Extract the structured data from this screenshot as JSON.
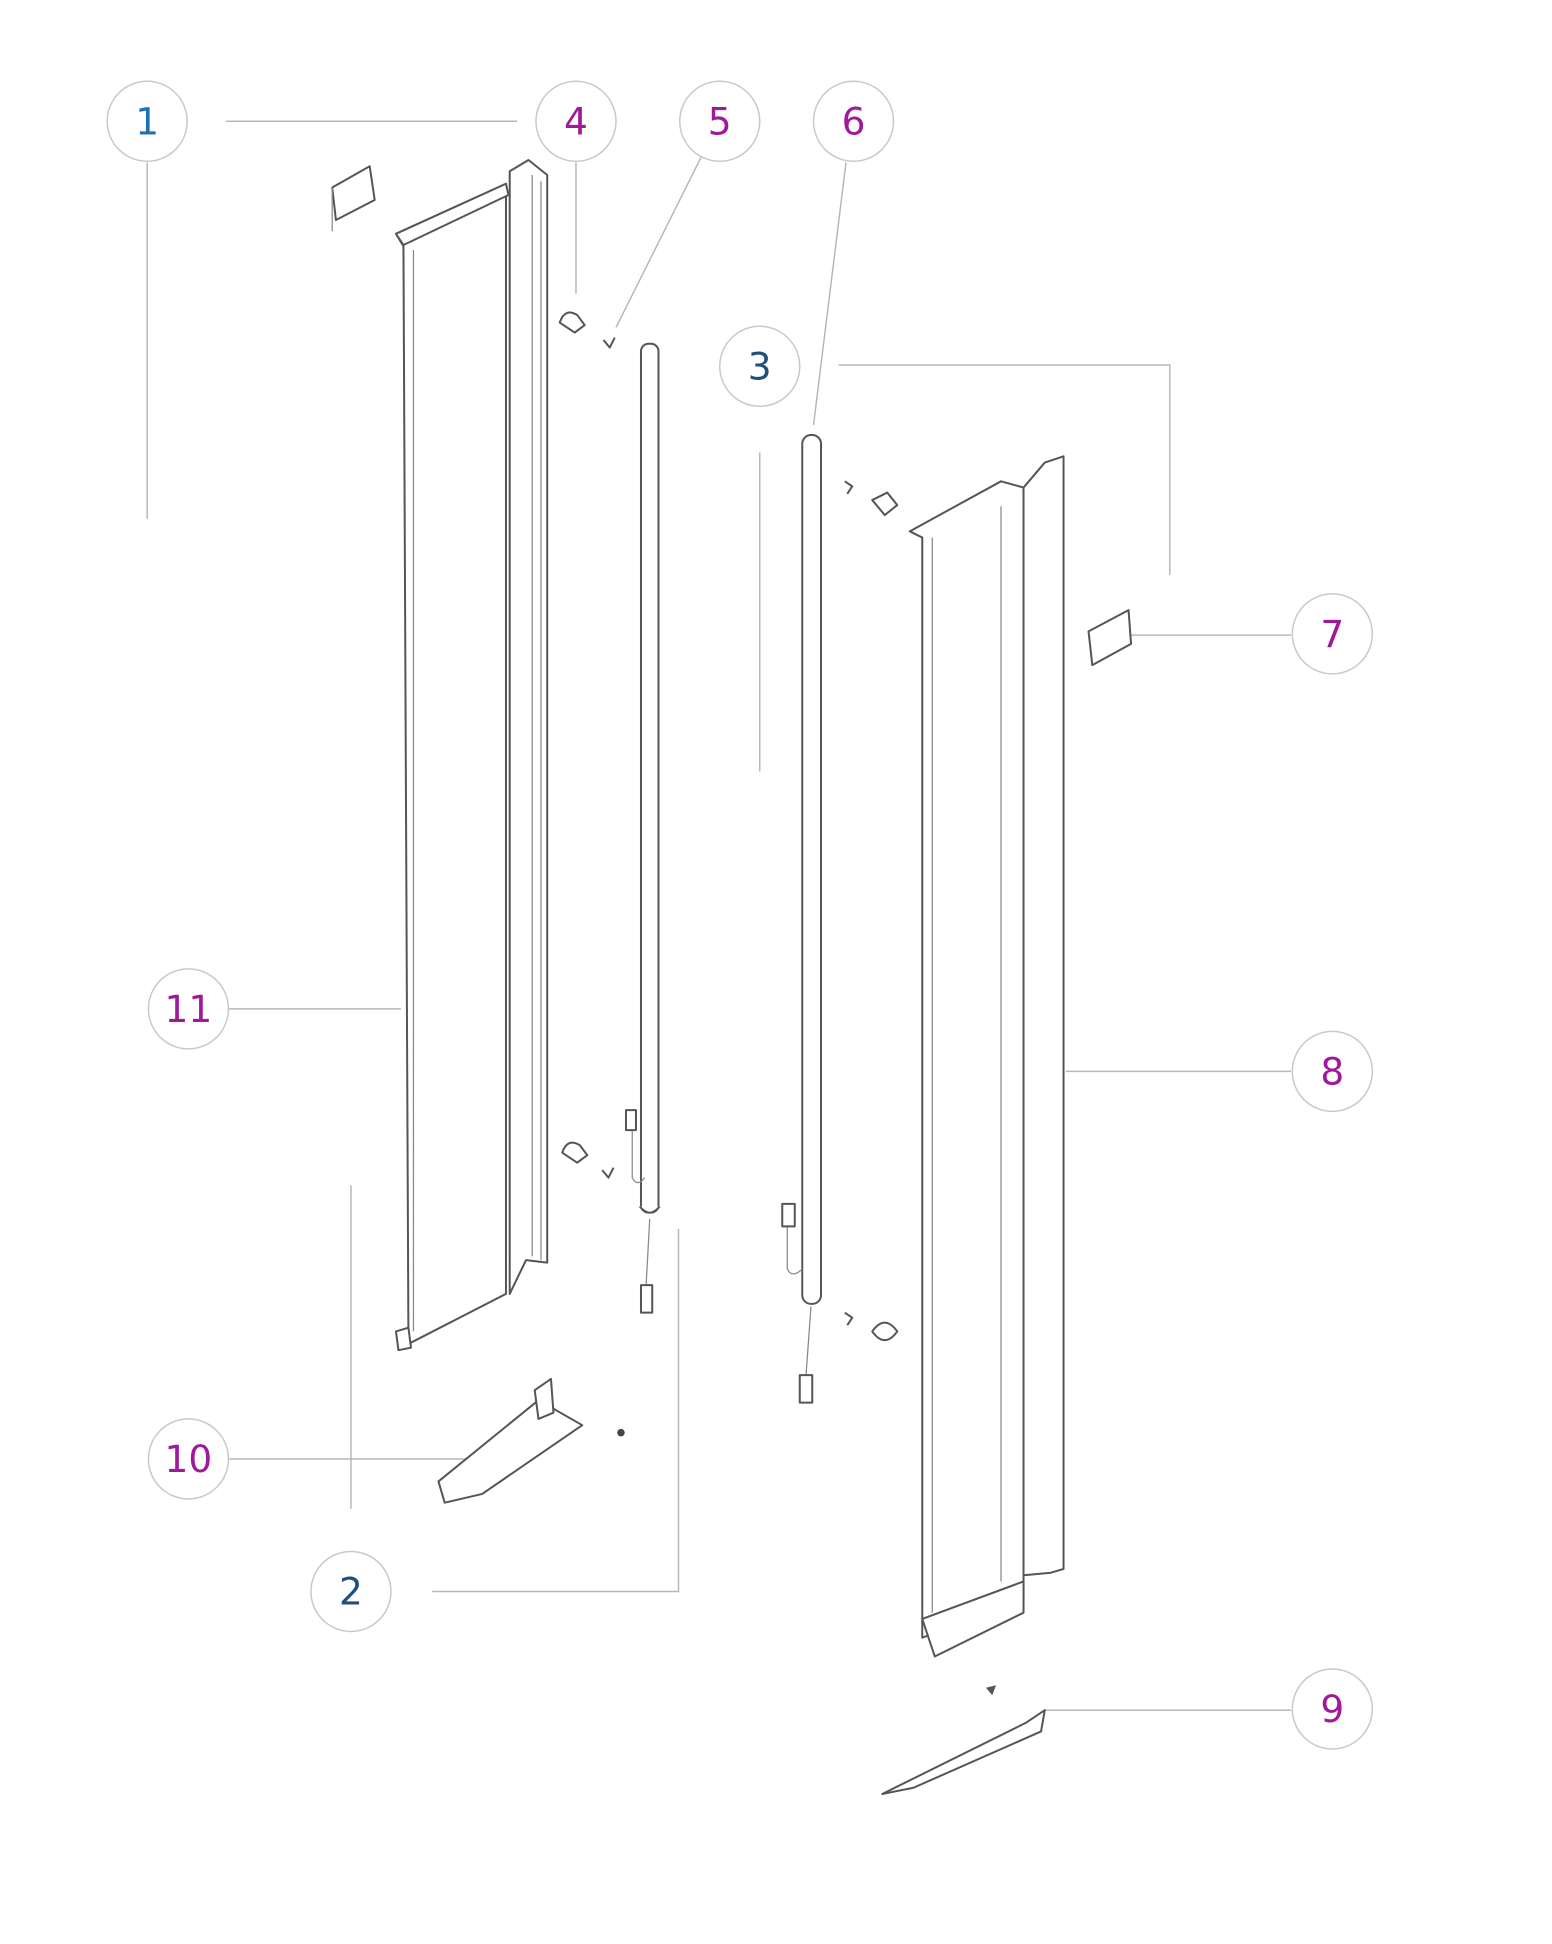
{
  "diagram": {
    "title": "Exploded parts diagram",
    "colors": {
      "blue": "#1f6fb5",
      "dark_blue": "#1f4f7a",
      "magenta": "#a0189c"
    },
    "callouts": [
      {
        "id": "c1",
        "label": "1",
        "color": "#1f6fb5"
      },
      {
        "id": "c4",
        "label": "4",
        "color": "#a0189c"
      },
      {
        "id": "c5",
        "label": "5",
        "color": "#a0189c"
      },
      {
        "id": "c6",
        "label": "6",
        "color": "#a0189c"
      },
      {
        "id": "c3",
        "label": "3",
        "color": "#1f4f7a"
      },
      {
        "id": "c7",
        "label": "7",
        "color": "#a0189c"
      },
      {
        "id": "c11",
        "label": "11",
        "color": "#a0189c"
      },
      {
        "id": "c8",
        "label": "8",
        "color": "#a0189c"
      },
      {
        "id": "c10",
        "label": "10",
        "color": "#a0189c"
      },
      {
        "id": "c2",
        "label": "2",
        "color": "#1f4f7a"
      },
      {
        "id": "c9",
        "label": "9",
        "color": "#a0189c"
      }
    ]
  }
}
